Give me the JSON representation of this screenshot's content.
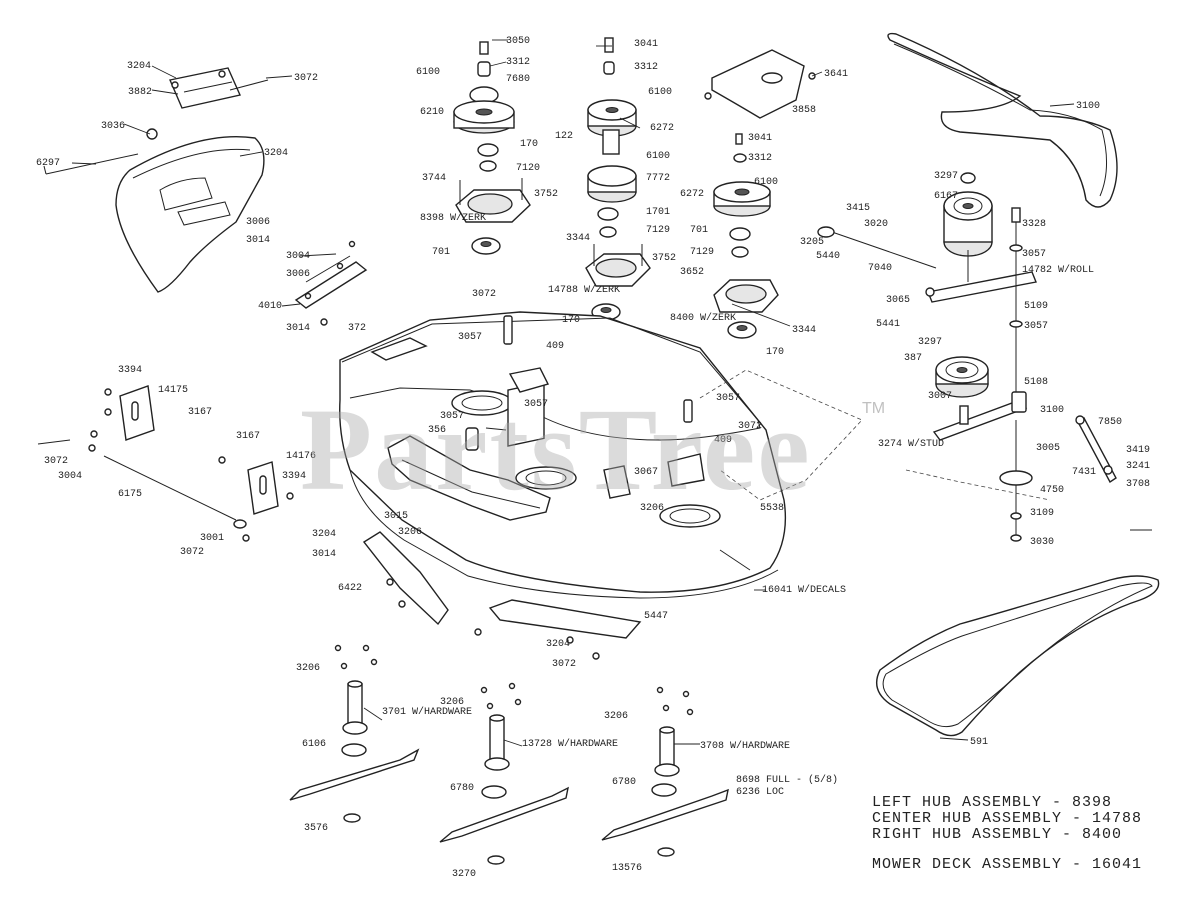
{
  "watermark": {
    "text": "PartsTree",
    "tm": "TM"
  },
  "assemblies": [
    "LEFT HUB ASSEMBLY - 8398",
    "CENTER HUB ASSEMBLY - 14788",
    "RIGHT HUB ASSEMBLY - 8400",
    "MOWER DECK ASSEMBLY - 16041"
  ],
  "labels": {
    "p3204a": "3204",
    "p3882": "3882",
    "p3072a": "3072",
    "p3036": "3036",
    "p6297": "6297",
    "p3204b": "3204",
    "p3006a": "3006",
    "p3014a": "3014",
    "p3004a": "3004",
    "p3006b": "3006",
    "p4010": "4010",
    "p3014b": "3014",
    "p3050": "3050",
    "p3312a": "3312",
    "p7680": "7680",
    "p6100a": "6100",
    "p6210": "6210",
    "p170a": "170",
    "p7120": "7120",
    "p3744": "3744",
    "p3752a": "3752",
    "p8398": "8398 W/ZERK",
    "p701a": "701",
    "p3041a": "3041",
    "p3312b": "3312",
    "p6100b": "6100",
    "p122": "122",
    "p6272a": "6272",
    "p6100c": "6100",
    "p7772": "7772",
    "p1701": "1701",
    "p3344a": "3344",
    "p7129a": "7129",
    "p3752b": "3752",
    "p14788": "14788 W/ZERK",
    "p170b": "170",
    "p3641": "3641",
    "p3858": "3858",
    "p3041b": "3041",
    "p3312c": "3312",
    "p6100d": "6100",
    "p6272b": "6272",
    "p701b": "701",
    "p7129b": "7129",
    "p3652": "3652",
    "p8400": "8400 W/ZERK",
    "p3344b": "3344",
    "p170c": "170",
    "p3100": "3100",
    "p3297a": "3297",
    "p3328": "3328",
    "p6167": "6167",
    "p3057a": "3057",
    "p14782": "14782 W/ROLL",
    "p3415": "3415",
    "p3020": "3020",
    "p3205": "3205",
    "p5440": "5440",
    "p7040": "7040",
    "p3065": "3065",
    "p5441": "5441",
    "p5109a": "5109",
    "p3057b": "3057",
    "p3297b": "3297",
    "p387": "387",
    "p5108": "5108",
    "p3007": "3007",
    "p3100b": "3100",
    "p7850": "7850",
    "p3274": "3274 W/STUD",
    "p3005": "3005",
    "p7431": "7431",
    "p3419": "3419",
    "p3241": "3241",
    "p3708a": "3708",
    "p4750": "4750",
    "p3109": "3109",
    "p3030": "3030",
    "p3072b": "3072",
    "p3057c": "3057",
    "p409a": "409",
    "p372": "372",
    "p3394": "3394",
    "p14175": "14175",
    "p3167a": "3167",
    "p3072c": "3072",
    "p3004b": "3004",
    "p3167b": "3167",
    "p14176": "14176",
    "p3394b": "3394",
    "p6175": "6175",
    "p3001": "3001",
    "p3072d": "3072",
    "p3057d": "3057",
    "p356": "356",
    "p3057e": "3057",
    "p3057f": "3057",
    "p3072e": "3072",
    "p409b": "409",
    "p3067": "3067",
    "p3206a": "3206",
    "p5538": "5538",
    "p3015": "3015",
    "p3206b": "3206",
    "p16041": "16041 W/DECALS",
    "p3204c": "3204",
    "p3014c": "3014",
    "p6422": "6422",
    "p5447": "5447",
    "p3204d": "3204",
    "p3072f": "3072",
    "p3206c": "3206",
    "p3701": "3701 W/HARDWARE",
    "p6106": "6106",
    "p3576a": "3576",
    "p3206d": "3206",
    "p13728": "13728 W/HARDWARE",
    "p6780a": "6780",
    "p3270": "3270",
    "p3206e": "3206",
    "p3708b": "3708 W/HARDWARE",
    "p6780b": "6780",
    "p8698": "8698 FULL - (5/8)",
    "p6236": "6236 LOC",
    "p13576": "13576",
    "p591": "591"
  }
}
